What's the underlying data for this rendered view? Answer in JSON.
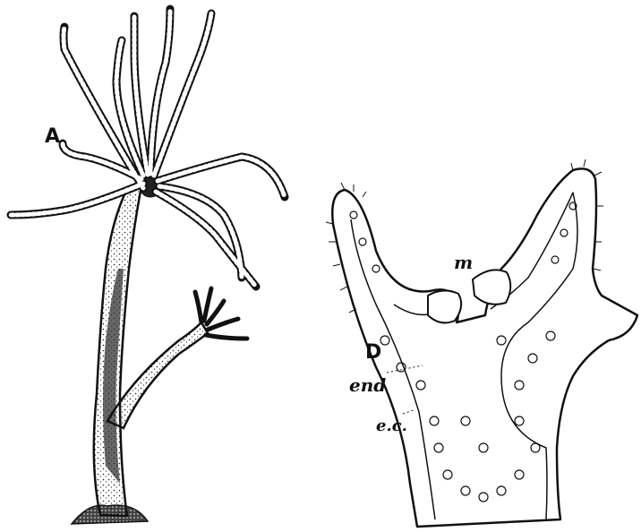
{
  "figure": {
    "labels": {
      "hydra": "A",
      "section": "D",
      "mouth": "m",
      "endoderm": "end",
      "ectoderm": "e.c."
    }
  }
}
